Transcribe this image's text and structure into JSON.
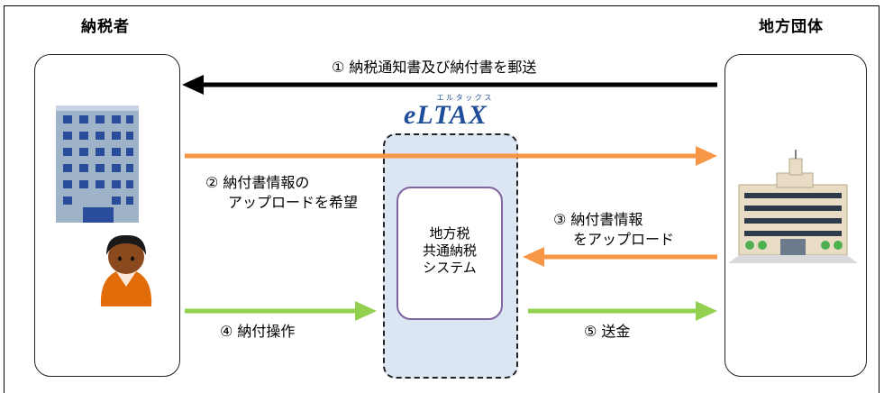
{
  "taxpayer": {
    "title": "納税者"
  },
  "local_gov": {
    "title": "地方団体"
  },
  "eltax": {
    "logo_text": "eLTAX",
    "logo_ruby": "エ ル タ ッ ク ス",
    "system_line1": "地方税",
    "system_line2": "共通納税",
    "system_line3": "システム"
  },
  "steps": {
    "s1": "①  納税通知書及び納付書を郵送",
    "s2_line1": "②  納付書情報の",
    "s2_line2": "アップロードを希望",
    "s3_line1": "③  納付書情報",
    "s3_line2": "をアップロード",
    "s4": "④  納付操作",
    "s5": "⑤  送金"
  },
  "colors": {
    "black_arrow": "#000000",
    "orange_arrow": "#f79646",
    "green_arrow": "#92d050",
    "eltax_fill": "#dce6f2",
    "system_border": "#8064a2",
    "logo_blue": "#1f4e9a"
  }
}
